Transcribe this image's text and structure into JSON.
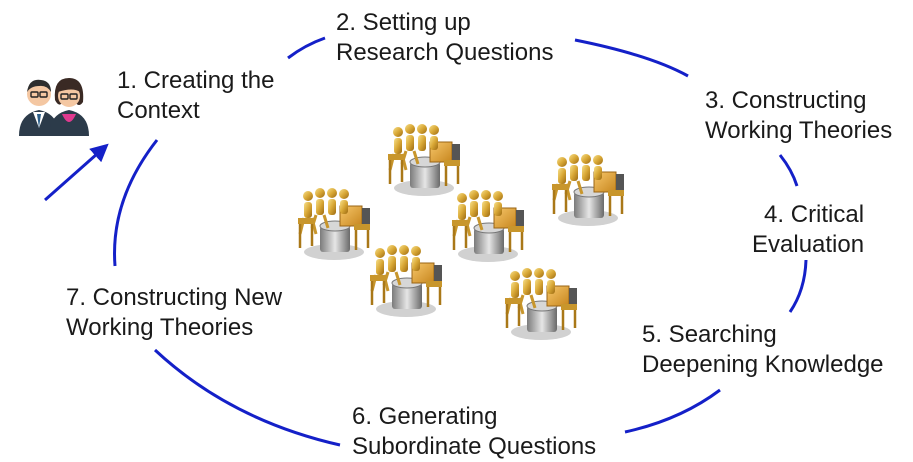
{
  "diagram": {
    "accent_color": "#1420c8",
    "steps": [
      {
        "id": "1",
        "lines": [
          "1. Creating the",
          "Context"
        ]
      },
      {
        "id": "2",
        "lines": [
          "2. Setting up",
          "Research Questions"
        ]
      },
      {
        "id": "3",
        "lines": [
          "3. Constructing",
          "Working Theories"
        ]
      },
      {
        "id": "4",
        "lines": [
          "4. Critical",
          "Evaluation"
        ]
      },
      {
        "id": "5",
        "lines": [
          "5. Searching",
          "Deepening Knowledge"
        ]
      },
      {
        "id": "6",
        "lines": [
          "6. Generating",
          "Subordinate Questions"
        ]
      },
      {
        "id": "7",
        "lines": [
          "7. Constructing New",
          "Working Theories"
        ]
      }
    ],
    "icons": {
      "people": "people-icon",
      "teams": "team-meeting-icon"
    }
  }
}
